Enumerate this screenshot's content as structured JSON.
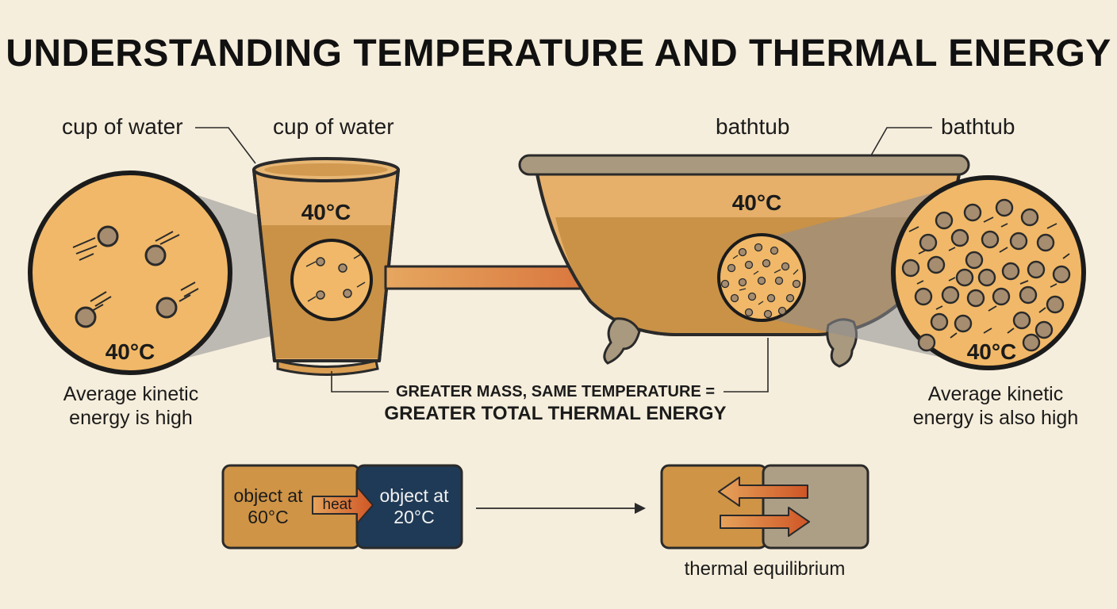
{
  "title": "UNDERSTANDING TEMPERATURE AND THERMAL ENERGY",
  "cup": {
    "callout_label": "cup of water",
    "label": "cup of water",
    "temperature": "40°C",
    "zoom_temperature": "40°C",
    "caption_line1": "Average kinetic",
    "caption_line2": "energy is high"
  },
  "bathtub": {
    "label": "bathtub",
    "callout_label": "bathtub",
    "temperature": "40°C",
    "zoom_temperature": "40°C",
    "caption_line1": "Average kinetic",
    "caption_line2": "energy is also high"
  },
  "comparison": {
    "line1": "GREATER MASS, SAME TEMPERATURE =",
    "line2": "GREATER TOTAL THERMAL ENERGY"
  },
  "heat_transfer": {
    "hot_line1": "object at",
    "hot_line2": "60°C",
    "cold_line1": "object at",
    "cold_line2": "20°C",
    "arrow_label": "heat",
    "result_label": "thermal equilibrium"
  },
  "colors": {
    "background": "#f6eedc",
    "water": "#e3ad5e",
    "water_dark": "#c98f45",
    "cold_object": "#1f3a56",
    "tub_rim": "#a89a82",
    "arrow": "#d0622e",
    "particle": "#a88f70",
    "equilibrium_gray": "#ad9f86"
  }
}
